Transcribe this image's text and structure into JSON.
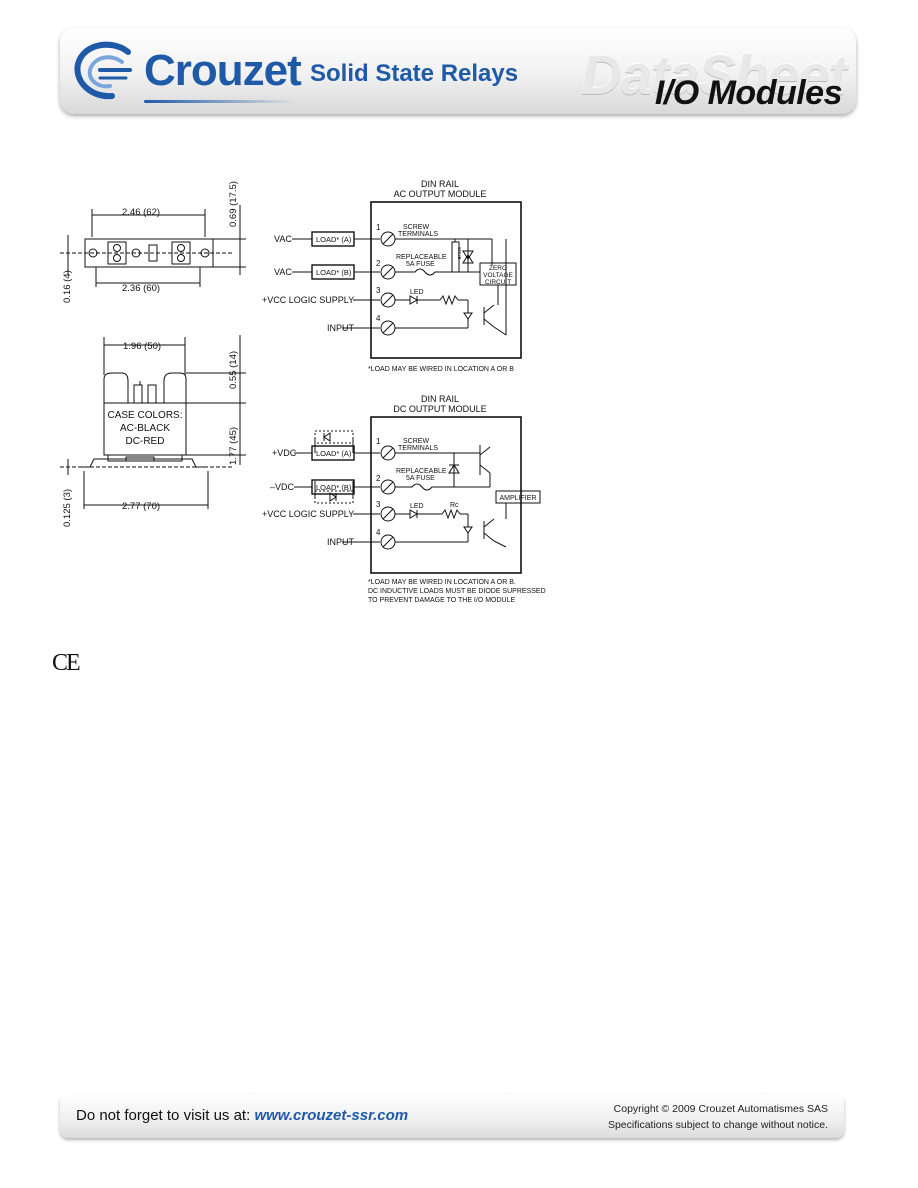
{
  "header": {
    "brand": "Crouzet",
    "product_line": "Solid State Relays",
    "datasheet": "DataSheet",
    "category": "I/O Modules"
  },
  "mechanical": {
    "top_width_outer": "2.46 (62)",
    "top_width_inner": "2.36 (60)",
    "top_height": "0.69 (17.5)",
    "left_offset": "0.16 (4)",
    "body_width": "1.96 (50)",
    "terminal_height": "0.55 (14)",
    "body_height": "1.77 (45)",
    "rail_height": "0.125 (3)",
    "base_width": "2.77 (70)",
    "case_colors_title": "CASE COLORS:",
    "case_color_ac": "AC-BLACK",
    "case_color_dc": "DC-RED"
  },
  "ac_module": {
    "title_line1": "DIN RAIL",
    "title_line2": "AC OUTPUT MODULE",
    "vac1": "VAC",
    "vac2": "VAC",
    "load_a": "LOAD* (A)",
    "load_b": "LOAD* (B)",
    "vcc": "+VCC LOGIC SUPPLY",
    "input": "INPUT",
    "screw_terminals_1": "SCREW",
    "screw_terminals_2": "TERMINALS",
    "fuse_1": "REPLACEABLE",
    "fuse_2": "5A FUSE",
    "led": "LED",
    "zero_1": "ZERO",
    "zero_2": "VOLTAGE",
    "zero_3": "CIRCUIT",
    "snubber": "SNUB",
    "n1": "1",
    "n2": "2",
    "n3": "3",
    "n4": "4",
    "note": "*LOAD MAY BE WIRED IN LOCATION A OR B"
  },
  "dc_module": {
    "title_line1": "DIN RAIL",
    "title_line2": "DC OUTPUT MODULE",
    "vdc_pos": "+VDC",
    "vdc_neg": "–VDC",
    "load_a": "LOAD* (A)",
    "load_b": "LOAD* (B)",
    "vcc": "+VCC LOGIC SUPPLY",
    "input": "INPUT",
    "screw_terminals_1": "SCREW",
    "screw_terminals_2": "TERMINALS",
    "fuse_1": "REPLACEABLE",
    "fuse_2": "5A FUSE",
    "led": "LED",
    "rc": "Rc",
    "amplifier": "AMPLIFIER",
    "n1": "1",
    "n2": "2",
    "n3": "3",
    "n4": "4",
    "note_1": "*LOAD MAY BE WIRED IN LOCATION A OR B.",
    "note_2": "DC INDUCTIVE LOADS MUST BE DIODE SUPRESSED",
    "note_3": "TO PREVENT DAMAGE TO THE I/O MODULE"
  },
  "ce_mark": "CE",
  "footer": {
    "visit_text": "Do not forget to visit us at:",
    "url": "www.crouzet-ssr.com",
    "copyright": "Copyright © 2009 Crouzet Automatismes SAS",
    "disclaimer": "Specifications subject to change without notice."
  },
  "colors": {
    "brand_blue": "#1f5aa8"
  }
}
